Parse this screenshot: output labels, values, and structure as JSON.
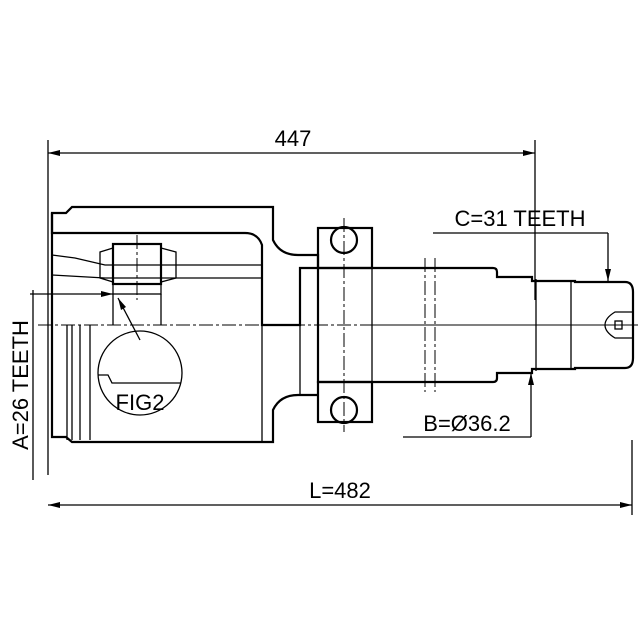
{
  "drawing": {
    "dim_overall_housing": "447",
    "dim_length": "L=482",
    "spline_outer": "A=26 TEETH",
    "spline_inner": "C=31 TEETH",
    "abs_diameter": "B=Ø36.2",
    "detail_label": "FIG2"
  },
  "colors": {
    "line": "#000000",
    "background": "#ffffff"
  }
}
